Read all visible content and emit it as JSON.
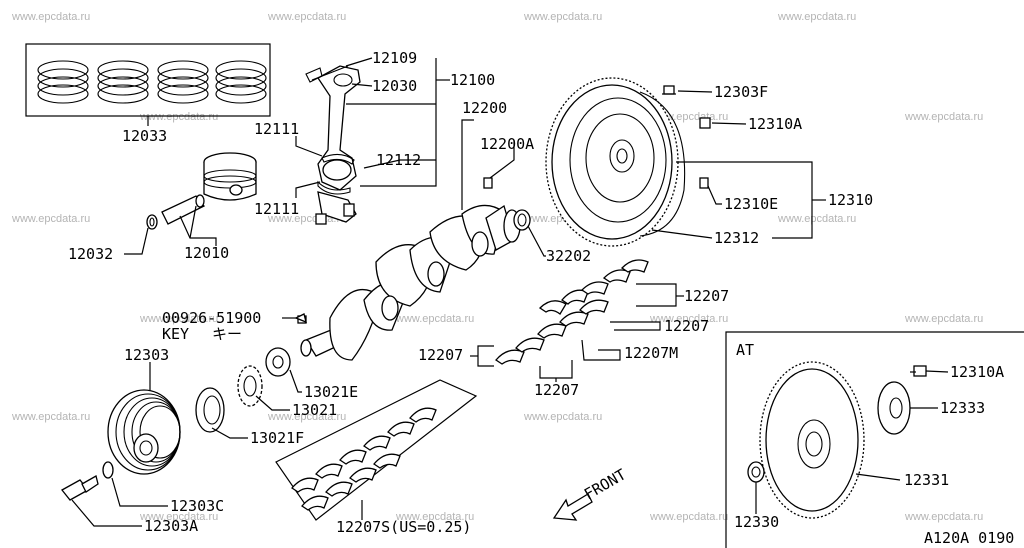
{
  "watermark": "www.epcdata.ru",
  "diagram_code": "A120A 0190",
  "front_label": "FRONT",
  "inset_title": "AT",
  "labels": {
    "p12033": "12033",
    "p12109": "12109",
    "p12030": "12030",
    "p12100": "12100",
    "p12111a": "12111",
    "p12111b": "12111",
    "p12112": "12112",
    "p12032": "12032",
    "p12010": "12010",
    "p12200": "12200",
    "p12200A": "12200A",
    "p32202": "32202",
    "p12303F": "12303F",
    "p12310A": "12310A",
    "p12310E": "12310E",
    "p12310": "12310",
    "p12312": "12312",
    "p00926": "00926-51900",
    "key": "KEY",
    "key_jp": "キー",
    "p12303": "12303",
    "p13021E": "13021E",
    "p13021": "13021",
    "p13021F": "13021F",
    "p12303C": "12303C",
    "p12303A": "12303A",
    "p12207a": "12207",
    "p12207b": "12207",
    "p12207c": "12207",
    "p12207d": "12207",
    "p12207M": "12207M",
    "p12207S": "12207S(US=0.25)",
    "at12310A": "12310A",
    "at12333": "12333",
    "at12331": "12331",
    "at12330": "12330"
  }
}
